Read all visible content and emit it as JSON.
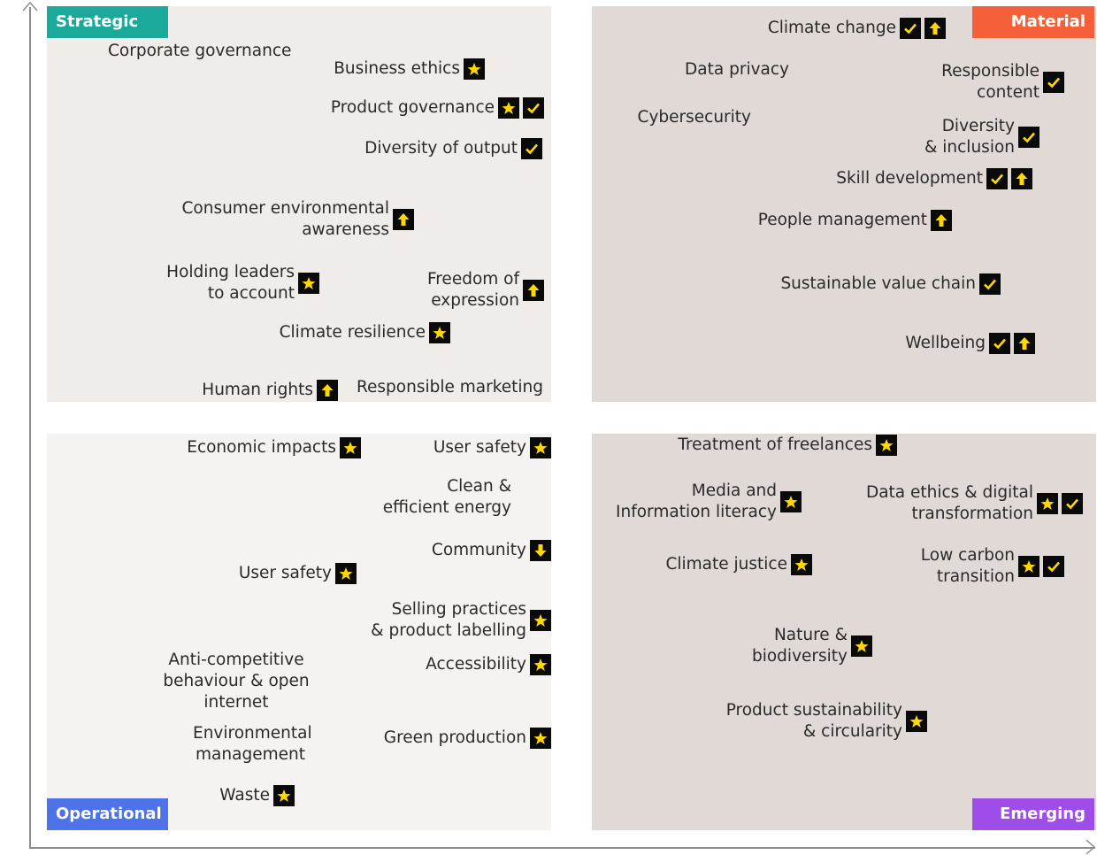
{
  "quadrants": {
    "strategic": {
      "label": "Strategic",
      "color": "#1aa99a"
    },
    "material": {
      "label": "Material",
      "color": "#f5603a"
    },
    "operational": {
      "label": "Operational",
      "color": "#4d72ea"
    },
    "emerging": {
      "label": "Emerging",
      "color": "#9f4de8"
    }
  },
  "badge_types": [
    "star-icon",
    "check-icon",
    "arrow-up-icon",
    "arrow-down-icon"
  ],
  "items": [
    {
      "id": "corporate-governance",
      "quadrant": "strategic",
      "text": "Corporate governance",
      "badges": []
    },
    {
      "id": "business-ethics",
      "quadrant": "strategic",
      "text": "Business ethics",
      "badges": [
        "star"
      ]
    },
    {
      "id": "product-governance",
      "quadrant": "strategic",
      "text": "Product governance",
      "badges": [
        "star",
        "check"
      ]
    },
    {
      "id": "diversity-of-output",
      "quadrant": "strategic",
      "text": "Diversity of output",
      "badges": [
        "check"
      ]
    },
    {
      "id": "consumer-environmental-awareness",
      "quadrant": "strategic",
      "text": "Consumer environmental\nawareness",
      "badges": [
        "up"
      ]
    },
    {
      "id": "holding-leaders",
      "quadrant": "strategic",
      "text": "Holding leaders\nto account",
      "badges": [
        "star"
      ]
    },
    {
      "id": "freedom-of-expression",
      "quadrant": "strategic",
      "text": "Freedom of\nexpression",
      "badges": [
        "up"
      ]
    },
    {
      "id": "climate-resilience",
      "quadrant": "strategic",
      "text": "Climate resilience",
      "badges": [
        "star"
      ]
    },
    {
      "id": "human-rights",
      "quadrant": "strategic",
      "text": "Human rights",
      "badges": [
        "up"
      ]
    },
    {
      "id": "responsible-marketing",
      "quadrant": "strategic",
      "text": "Responsible marketing",
      "badges": []
    },
    {
      "id": "climate-change",
      "quadrant": "material",
      "text": "Climate change",
      "badges": [
        "check",
        "up"
      ]
    },
    {
      "id": "data-privacy",
      "quadrant": "material",
      "text": "Data privacy",
      "badges": []
    },
    {
      "id": "responsible-content",
      "quadrant": "material",
      "text": "Responsible\ncontent",
      "badges": [
        "check"
      ]
    },
    {
      "id": "cybersecurity",
      "quadrant": "material",
      "text": "Cybersecurity",
      "badges": []
    },
    {
      "id": "diversity-inclusion",
      "quadrant": "material",
      "text": "Diversity\n& inclusion",
      "badges": [
        "check"
      ]
    },
    {
      "id": "skill-development",
      "quadrant": "material",
      "text": "Skill development",
      "badges": [
        "check",
        "up"
      ]
    },
    {
      "id": "people-management",
      "quadrant": "material",
      "text": "People management",
      "badges": [
        "up"
      ]
    },
    {
      "id": "sustainable-value-chain",
      "quadrant": "material",
      "text": "Sustainable value chain",
      "badges": [
        "check"
      ]
    },
    {
      "id": "wellbeing",
      "quadrant": "material",
      "text": "Wellbeing",
      "badges": [
        "check",
        "up"
      ]
    },
    {
      "id": "economic-impacts",
      "quadrant": "operational",
      "text": "Economic impacts",
      "badges": [
        "star"
      ]
    },
    {
      "id": "user-safety-1",
      "quadrant": "operational",
      "text": "User safety",
      "badges": [
        "star"
      ]
    },
    {
      "id": "clean-efficient-energy",
      "quadrant": "operational",
      "text": "Clean &\nefficient energy",
      "badges": []
    },
    {
      "id": "community",
      "quadrant": "operational",
      "text": "Community",
      "badges": [
        "down"
      ]
    },
    {
      "id": "user-safety-2",
      "quadrant": "operational",
      "text": "User safety",
      "badges": [
        "star"
      ]
    },
    {
      "id": "selling-practices",
      "quadrant": "operational",
      "text": "Selling practices\n& product labelling",
      "badges": [
        "star"
      ]
    },
    {
      "id": "anti-competitive",
      "quadrant": "operational",
      "text": "Anti-competitive\nbehaviour & open internet",
      "badges": []
    },
    {
      "id": "accessibility",
      "quadrant": "operational",
      "text": "Accessibility",
      "badges": [
        "star"
      ]
    },
    {
      "id": "environmental-management",
      "quadrant": "operational",
      "text": "Environmental\nmanagement",
      "badges": []
    },
    {
      "id": "green-production",
      "quadrant": "operational",
      "text": "Green production",
      "badges": [
        "star"
      ]
    },
    {
      "id": "waste",
      "quadrant": "operational",
      "text": "Waste",
      "badges": [
        "star"
      ]
    },
    {
      "id": "treatment-of-freelances",
      "quadrant": "emerging",
      "text": "Treatment of freelances",
      "badges": [
        "star"
      ]
    },
    {
      "id": "media-information-literacy",
      "quadrant": "emerging",
      "text": "Media and\nInformation literacy",
      "badges": [
        "star"
      ]
    },
    {
      "id": "data-ethics",
      "quadrant": "emerging",
      "text": "Data ethics & digital\ntransformation",
      "badges": [
        "star",
        "check"
      ]
    },
    {
      "id": "climate-justice",
      "quadrant": "emerging",
      "text": "Climate justice",
      "badges": [
        "star"
      ]
    },
    {
      "id": "low-carbon-transition",
      "quadrant": "emerging",
      "text": "Low carbon\ntransition",
      "badges": [
        "star",
        "check"
      ]
    },
    {
      "id": "nature-biodiversity",
      "quadrant": "emerging",
      "text": "Nature &\nbiodiversity",
      "badges": [
        "star"
      ]
    },
    {
      "id": "product-sustainability",
      "quadrant": "emerging",
      "text": "Product sustainability\n& circularity",
      "badges": [
        "star"
      ]
    }
  ]
}
